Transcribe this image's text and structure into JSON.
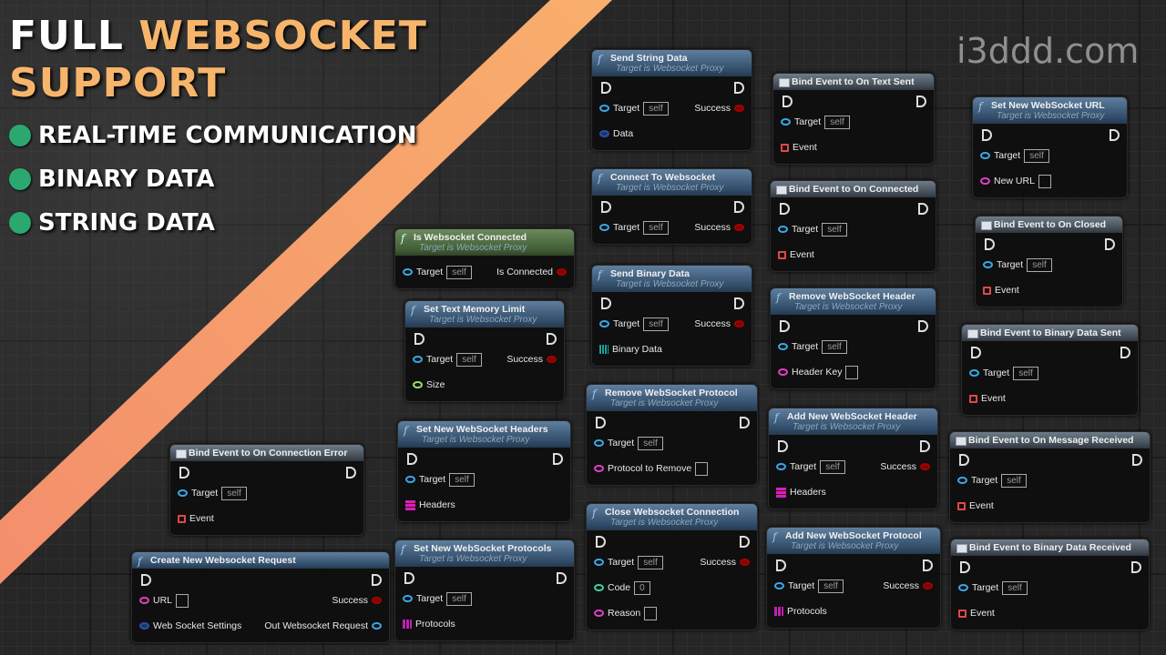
{
  "headline": {
    "line1_white": "FULL",
    "line1_accent": "WEBSOCKET",
    "line2": "SUPPORT",
    "bullets": [
      "REAL-TIME COMMUNICATION",
      "BINARY DATA",
      "STRING DATA"
    ]
  },
  "colors": {
    "accent": "#f6b56b",
    "bullet": "#2aa870",
    "stripe_start": "#f38c6c",
    "stripe_end": "#fbbd6e"
  },
  "watermark": "i3ddd.com",
  "nodes": [
    {
      "title": "Is Websocket Connected",
      "subtitle": "Target is Websocket Proxy",
      "kind": "pure",
      "exec": false,
      "rows": [
        {
          "l": {
            "label": "Target",
            "pin": "object",
            "value": "self"
          },
          "r": {
            "label": "Is Connected",
            "pin": "bool"
          }
        }
      ]
    },
    {
      "title": "Set Text Memory Limit",
      "subtitle": "Target is Websocket Proxy",
      "kind": "function",
      "exec": true,
      "rows": [
        {
          "l": {
            "label": "Target",
            "pin": "object",
            "value": "self"
          },
          "r": {
            "label": "Success",
            "pin": "bool"
          }
        },
        {
          "l": {
            "label": "Size",
            "pin": "float"
          }
        }
      ]
    },
    {
      "title": "Set New WebSocket Headers",
      "subtitle": "Target is Websocket Proxy",
      "kind": "function",
      "exec": true,
      "rows": [
        {
          "l": {
            "label": "Target",
            "pin": "object",
            "value": "self"
          }
        },
        {
          "l": {
            "label": "Headers",
            "pin": "map"
          }
        }
      ]
    },
    {
      "title": "Bind Event to On Connection Error",
      "kind": "event",
      "exec": true,
      "rows": [
        {
          "l": {
            "label": "Target",
            "pin": "object",
            "value": "self"
          }
        },
        {
          "l": {
            "label": "Event",
            "pin": "delegate"
          }
        }
      ]
    },
    {
      "title": "Create New Websocket Request",
      "kind": "function",
      "exec": true,
      "rows": [
        {
          "l": {
            "label": "URL",
            "pin": "string",
            "value": ""
          },
          "r": {
            "label": "Success",
            "pin": "bool"
          }
        },
        {
          "l": {
            "label": "Web Socket Settings",
            "pin": "struct"
          },
          "r": {
            "label": "Out Websocket Request",
            "pin": "object"
          }
        }
      ]
    },
    {
      "title": "Set New WebSocket Protocols",
      "subtitle": "Target is Websocket Proxy",
      "kind": "function",
      "exec": true,
      "rows": [
        {
          "l": {
            "label": "Target",
            "pin": "object",
            "value": "self"
          }
        },
        {
          "l": {
            "label": "Protocols",
            "pin": "set"
          }
        }
      ]
    },
    {
      "title": "Send String Data",
      "subtitle": "Target is Websocket Proxy",
      "kind": "function",
      "exec": true,
      "rows": [
        {
          "l": {
            "label": "Target",
            "pin": "object",
            "value": "self"
          },
          "r": {
            "label": "Success",
            "pin": "bool"
          }
        },
        {
          "l": {
            "label": "Data",
            "pin": "struct"
          }
        }
      ]
    },
    {
      "title": "Connect To Websocket",
      "subtitle": "Target is Websocket Proxy",
      "kind": "function",
      "exec": true,
      "rows": [
        {
          "l": {
            "label": "Target",
            "pin": "object",
            "value": "self"
          },
          "r": {
            "label": "Success",
            "pin": "bool"
          }
        }
      ]
    },
    {
      "title": "Send Binary Data",
      "subtitle": "Target is Websocket Proxy",
      "kind": "function",
      "exec": true,
      "rows": [
        {
          "l": {
            "label": "Target",
            "pin": "object",
            "value": "self"
          },
          "r": {
            "label": "Success",
            "pin": "bool"
          }
        },
        {
          "l": {
            "label": "Binary Data",
            "pin": "array"
          }
        }
      ]
    },
    {
      "title": "Remove WebSocket Protocol",
      "subtitle": "Target is Websocket Proxy",
      "kind": "function",
      "exec": true,
      "rows": [
        {
          "l": {
            "label": "Target",
            "pin": "object",
            "value": "self"
          }
        },
        {
          "l": {
            "label": "Protocol to Remove",
            "pin": "string",
            "value": ""
          }
        }
      ]
    },
    {
      "title": "Close Websocket Connection",
      "subtitle": "Target is Websocket Proxy",
      "kind": "function",
      "exec": true,
      "rows": [
        {
          "l": {
            "label": "Target",
            "pin": "object",
            "value": "self"
          },
          "r": {
            "label": "Success",
            "pin": "bool"
          }
        },
        {
          "l": {
            "label": "Code",
            "pin": "int",
            "value": "0"
          }
        },
        {
          "l": {
            "label": "Reason",
            "pin": "string",
            "value": ""
          }
        }
      ]
    },
    {
      "title": "Bind Event to On Text Sent",
      "kind": "event",
      "exec": true,
      "rows": [
        {
          "l": {
            "label": "Target",
            "pin": "object",
            "value": "self"
          }
        },
        {
          "l": {
            "label": "Event",
            "pin": "delegate"
          }
        }
      ]
    },
    {
      "title": "Bind Event to On Connected",
      "kind": "event",
      "exec": true,
      "rows": [
        {
          "l": {
            "label": "Target",
            "pin": "object",
            "value": "self"
          }
        },
        {
          "l": {
            "label": "Event",
            "pin": "delegate"
          }
        }
      ]
    },
    {
      "title": "Remove WebSocket Header",
      "subtitle": "Target is Websocket Proxy",
      "kind": "function",
      "exec": true,
      "rows": [
        {
          "l": {
            "label": "Target",
            "pin": "object",
            "value": "self"
          }
        },
        {
          "l": {
            "label": "Header Key",
            "pin": "string",
            "value": ""
          }
        }
      ]
    },
    {
      "title": "Add New WebSocket Header",
      "subtitle": "Target is Websocket Proxy",
      "kind": "function",
      "exec": true,
      "rows": [
        {
          "l": {
            "label": "Target",
            "pin": "object",
            "value": "self"
          },
          "r": {
            "label": "Success",
            "pin": "bool"
          }
        },
        {
          "l": {
            "label": "Headers",
            "pin": "map"
          }
        }
      ]
    },
    {
      "title": "Add New WebSocket Protocol",
      "subtitle": "Target is Websocket Proxy",
      "kind": "function",
      "exec": true,
      "rows": [
        {
          "l": {
            "label": "Target",
            "pin": "object",
            "value": "self"
          },
          "r": {
            "label": "Success",
            "pin": "bool"
          }
        },
        {
          "l": {
            "label": "Protocols",
            "pin": "set"
          }
        }
      ]
    },
    {
      "title": "Set New WebSocket URL",
      "subtitle": "Target is Websocket Proxy",
      "kind": "function",
      "exec": true,
      "rows": [
        {
          "l": {
            "label": "Target",
            "pin": "object",
            "value": "self"
          }
        },
        {
          "l": {
            "label": "New URL",
            "pin": "string",
            "value": ""
          }
        }
      ]
    },
    {
      "title": "Bind Event to On Closed",
      "kind": "event",
      "exec": true,
      "rows": [
        {
          "l": {
            "label": "Target",
            "pin": "object",
            "value": "self"
          }
        },
        {
          "l": {
            "label": "Event",
            "pin": "delegate"
          }
        }
      ]
    },
    {
      "title": "Bind Event to Binary Data Sent",
      "kind": "event",
      "exec": true,
      "rows": [
        {
          "l": {
            "label": "Target",
            "pin": "object",
            "value": "self"
          }
        },
        {
          "l": {
            "label": "Event",
            "pin": "delegate"
          }
        }
      ]
    },
    {
      "title": "Bind Event to On Message Received",
      "kind": "event",
      "exec": true,
      "rows": [
        {
          "l": {
            "label": "Target",
            "pin": "object",
            "value": "self"
          }
        },
        {
          "l": {
            "label": "Event",
            "pin": "delegate"
          }
        }
      ]
    },
    {
      "title": "Bind Event to Binary Data Received",
      "kind": "event",
      "exec": true,
      "rows": [
        {
          "l": {
            "label": "Target",
            "pin": "object",
            "value": "self"
          }
        },
        {
          "l": {
            "label": "Event",
            "pin": "delegate"
          }
        }
      ]
    }
  ]
}
